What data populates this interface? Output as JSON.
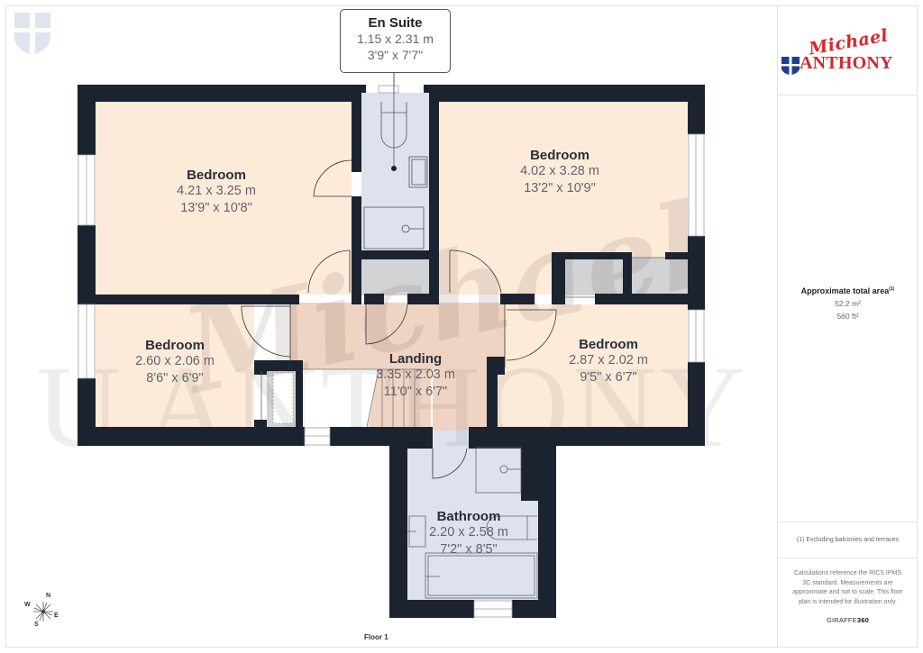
{
  "brand": {
    "script": "Michael",
    "name": "ANTHONY",
    "color": "#d8262c",
    "shield_color": "#1e3f8a"
  },
  "callout": {
    "title": "En Suite",
    "metric": "1.15 x 2.31 m",
    "imperial": "3'9\" x 7'7\""
  },
  "rooms": [
    {
      "name": "Bedroom",
      "metric": "4.21 x 3.25 m",
      "imperial": "13'9\" x 10'8\""
    },
    {
      "name": "Bedroom",
      "metric": "4.02 x 3.28 m",
      "imperial": "13'2\" x 10'9\""
    },
    {
      "name": "Bedroom",
      "metric": "2.60 x 2.06 m",
      "imperial": "8'6\" x 6'9\""
    },
    {
      "name": "Landing",
      "metric": "3.35 x 2.03 m",
      "imperial": "11'0\" x 6'7\""
    },
    {
      "name": "Bedroom",
      "metric": "2.87 x 2.02 m",
      "imperial": "9'5\" x 6'7\""
    },
    {
      "name": "Bathroom",
      "metric": "2.20 x 2.58 m",
      "imperial": "7'2\" x 8'5\""
    }
  ],
  "area": {
    "title": "Approximate total area",
    "footnote_marker": "(1)",
    "metric": "52.2 m²",
    "imperial": "560 ft²"
  },
  "note": "(1) Excluding balconies and terraces",
  "disclaimer": "Calculations reference the RICS IPMS 3C standard. Measurements are approximate and not to scale. This floor plan is intended for illustration only.",
  "credit": {
    "prefix": "GIRAFFE",
    "suffix": "360"
  },
  "floor_label": "Floor 1",
  "compass": {
    "n": "N",
    "s": "S",
    "e": "E",
    "w": "W"
  },
  "colors": {
    "wall": "#1c2330",
    "bedroom_fill": "#fdebd9",
    "landing_fill": "#efd4c3",
    "wet_fill": "#dde2ee",
    "cupboard_fill": "#d2d3d5"
  }
}
